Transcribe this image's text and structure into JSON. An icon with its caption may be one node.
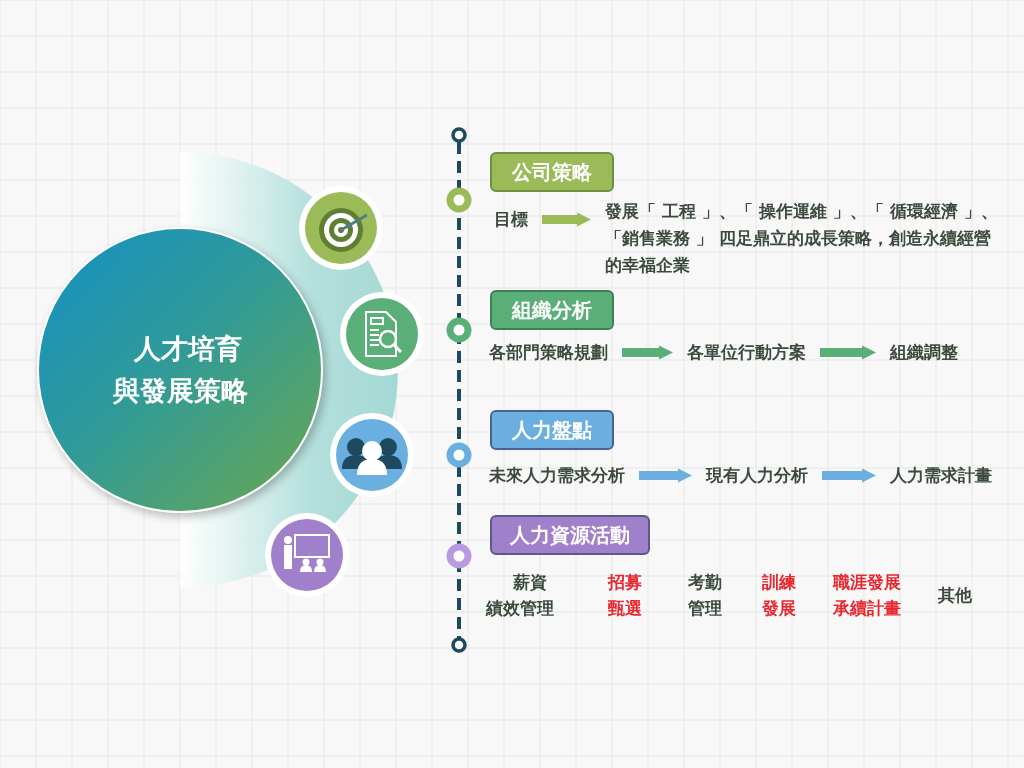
{
  "diagram": {
    "nodes": [
      {
        "text": [
          "人才培育與發展策略"
        ]
      },
      {
        "text": [
          "公司策略"
        ]
      },
      {
        "text": [
          "目標"
        ]
      },
      {
        "text": [
          "發展「 工程 」、「 操作運維 」、「 循環經濟 」、「銷售業務 」 四足鼎立的成長策略，創造永續經營的幸福企業"
        ]
      },
      {
        "text": [
          "組織分析"
        ]
      },
      {
        "text": [
          "各部門策略規劃"
        ]
      },
      {
        "text": [
          "各單位行動方案"
        ]
      },
      {
        "text": [
          "組織調整"
        ]
      },
      {
        "text": [
          "人力盤點"
        ]
      },
      {
        "text": [
          "未來人力需求分析"
        ]
      },
      {
        "text": [
          "現有人力分析"
        ]
      },
      {
        "text": [
          "人力需求計畫"
        ]
      },
      {
        "text": [
          "人力資源活動"
        ]
      }
    ],
    "edges": [
      {
        "from": 2,
        "to": 3,
        "arrow": "to",
        "color": "#9bbb59"
      },
      {
        "from": 5,
        "to": 6,
        "arrow": "to",
        "color": "#5aaf78"
      },
      {
        "from": 6,
        "to": 7,
        "arrow": "to",
        "color": "#5aaf78"
      },
      {
        "from": 9,
        "to": 10,
        "arrow": "to",
        "color": "#6aafe0"
      },
      {
        "from": 10,
        "to": 11,
        "arrow": "to",
        "color": "#6aafe0"
      }
    ],
    "labels": [
      "薪資績效管理",
      "招募甄選",
      "考勤管理",
      "訓練發展",
      "職涯發展承續計畫",
      "其他"
    ]
  }
}
